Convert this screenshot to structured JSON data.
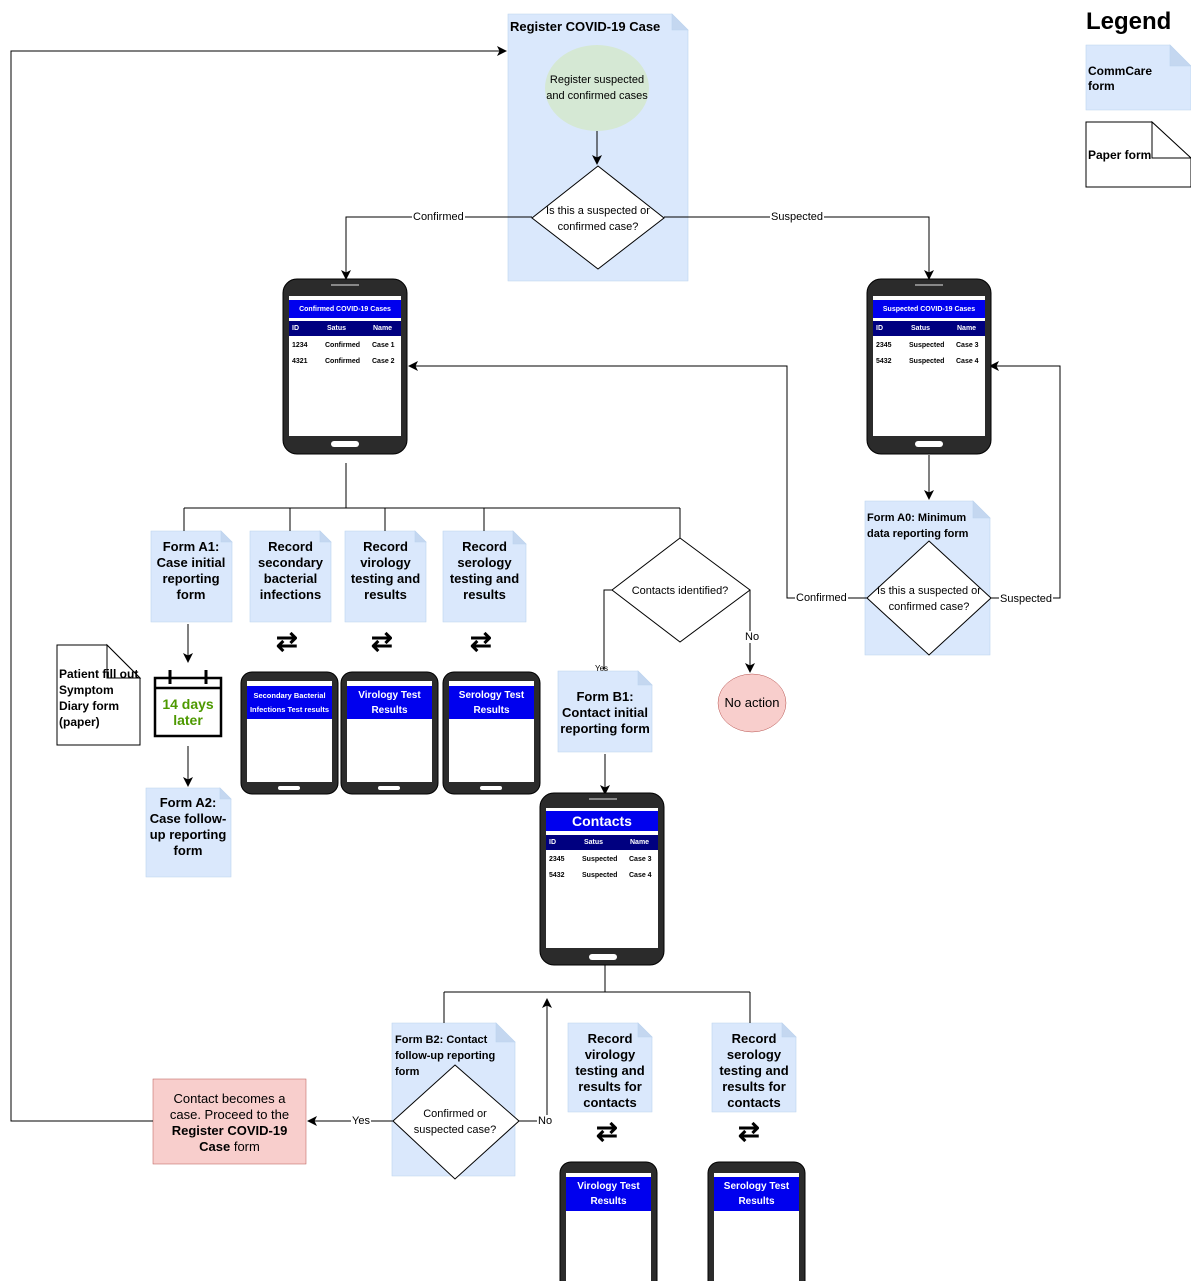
{
  "legend": {
    "title": "Legend",
    "commcare": "CommCare form",
    "paper": "Paper form"
  },
  "register": {
    "title": "Register COVID-19 Case",
    "step": "Register suspected and confirmed cases",
    "question": "Is this a suspected or confirmed case?",
    "confirmed_label": "Confirmed",
    "suspected_label": "Suspected"
  },
  "confirmed_phone": {
    "header": "Confirmed COVID-19 Cases",
    "columns": [
      "ID",
      "Satus",
      "Name"
    ],
    "rows": [
      [
        "1234",
        "Confirmed",
        "Case 1"
      ],
      [
        "4321",
        "Confirmed",
        "Case 2"
      ]
    ]
  },
  "suspected_phone": {
    "header": "Suspected COVID-19 Cases",
    "columns": [
      "ID",
      "Satus",
      "Name"
    ],
    "rows": [
      [
        "2345",
        "Suspected",
        "Case 3"
      ],
      [
        "5432",
        "Suspected",
        "Case 4"
      ]
    ]
  },
  "form_a0": {
    "title": "Form A0: Minimum data reporting form",
    "question": "Is this a suspected or confirmed case?",
    "confirmed_label": "Confirmed",
    "suspected_label": "Suspected"
  },
  "form_a1": "Form A1: Case initial reporting form",
  "record_secondary": "Record secondary bacterial infections",
  "record_virology": "Record virology testing and results",
  "record_serology": "Record serology testing and results",
  "contacts_question": "Contacts identified?",
  "yes_label": "Yes",
  "no_label": "No",
  "no_action": "No action",
  "diary": "Patient fill out Symptom Diary form (paper)",
  "calendar": "14 days later",
  "form_a2": "Form A2: Case follow-up reporting form",
  "secondary_phone": "Secondary Bacterial Infections Test results",
  "virology_phone": "Virology Test Results",
  "serology_phone": "Serology Test Results",
  "form_b1": "Form B1: Contact initial reporting form",
  "contacts_phone": {
    "header": "Contacts",
    "columns": [
      "ID",
      "Satus",
      "Name"
    ],
    "rows": [
      [
        "2345",
        "Suspected",
        "Case 3"
      ],
      [
        "5432",
        "Suspected",
        "Case 4"
      ]
    ]
  },
  "form_b2": {
    "title": "Form B2: Contact follow-up reporting form",
    "question": "Confirmed or suspected case?",
    "yes_label": "Yes",
    "no_label": "No"
  },
  "contact_becomes_case": {
    "line1": "Contact becomes a case. Proceed to the",
    "bold": "Register COVID-19 Case",
    "tail": "form"
  },
  "record_virology_contacts": "Record virology testing and results for contacts",
  "record_serology_contacts": "Record serology testing and results for contacts",
  "virology_contacts_phone": "Virology Test Results",
  "serology_contacts_phone": "Serology Test Results",
  "colors": {
    "commcare_fill": "#dae8fc",
    "start_fill": "#d5e8d4",
    "no_action_fill": "#f8cecc",
    "case_fill": "#f8cecc",
    "screen_header": "#0000ee",
    "screen_columns": "#000080",
    "calendar_text": "#4d9900"
  }
}
